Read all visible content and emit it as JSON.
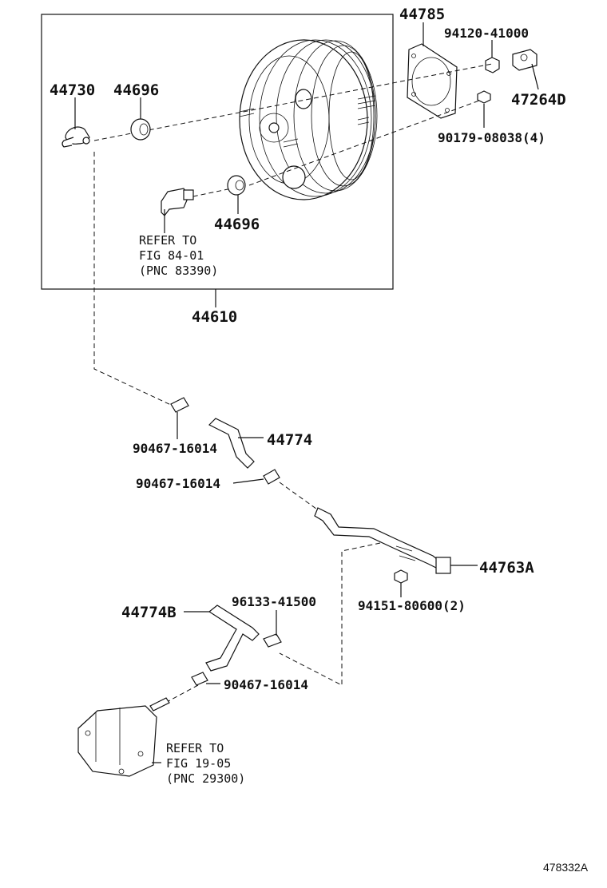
{
  "parts": {
    "p44785": "44785",
    "p94120": "94120-41000",
    "p47264D": "47264D",
    "p90179": "90179-08038(4)",
    "p44730": "44730",
    "p44696a": "44696",
    "p44696b": "44696",
    "p44610": "44610",
    "p90467a": "90467-16014",
    "p44774": "44774",
    "p90467b": "90467-16014",
    "p44763A": "44763A",
    "p94151": "94151-80600(2)",
    "p44774B": "44774B",
    "p96133": "96133-41500",
    "p90467c": "90467-16014"
  },
  "notes": {
    "refer1": {
      "l1": "REFER TO",
      "l2": "FIG 84-01",
      "l3": "(PNC 83390)"
    },
    "refer2": {
      "l1": "REFER TO",
      "l2": "FIG 19-05",
      "l3": "(PNC 29300)"
    }
  },
  "diagram_id": "478332A"
}
